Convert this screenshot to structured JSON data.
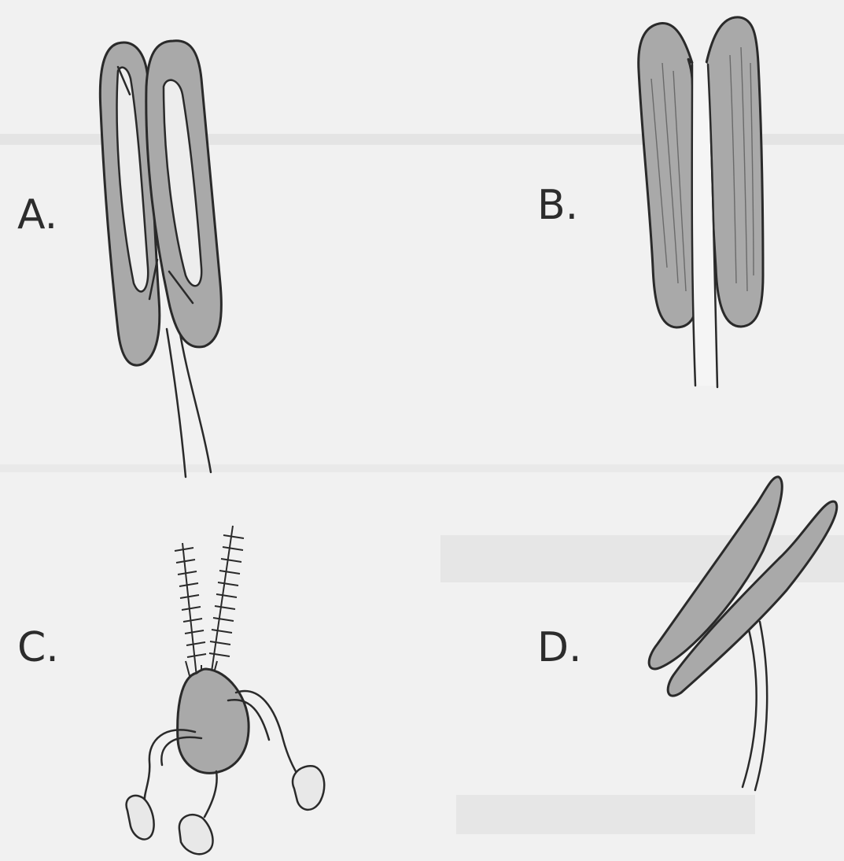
{
  "figure": {
    "options": [
      {
        "label": "A."
      },
      {
        "label": "B."
      },
      {
        "label": "C."
      },
      {
        "label": "D."
      }
    ]
  },
  "colors": {
    "background": "#f1f1f1",
    "anther_fill": "#a9a9a9",
    "outline": "#2a2a2a"
  }
}
